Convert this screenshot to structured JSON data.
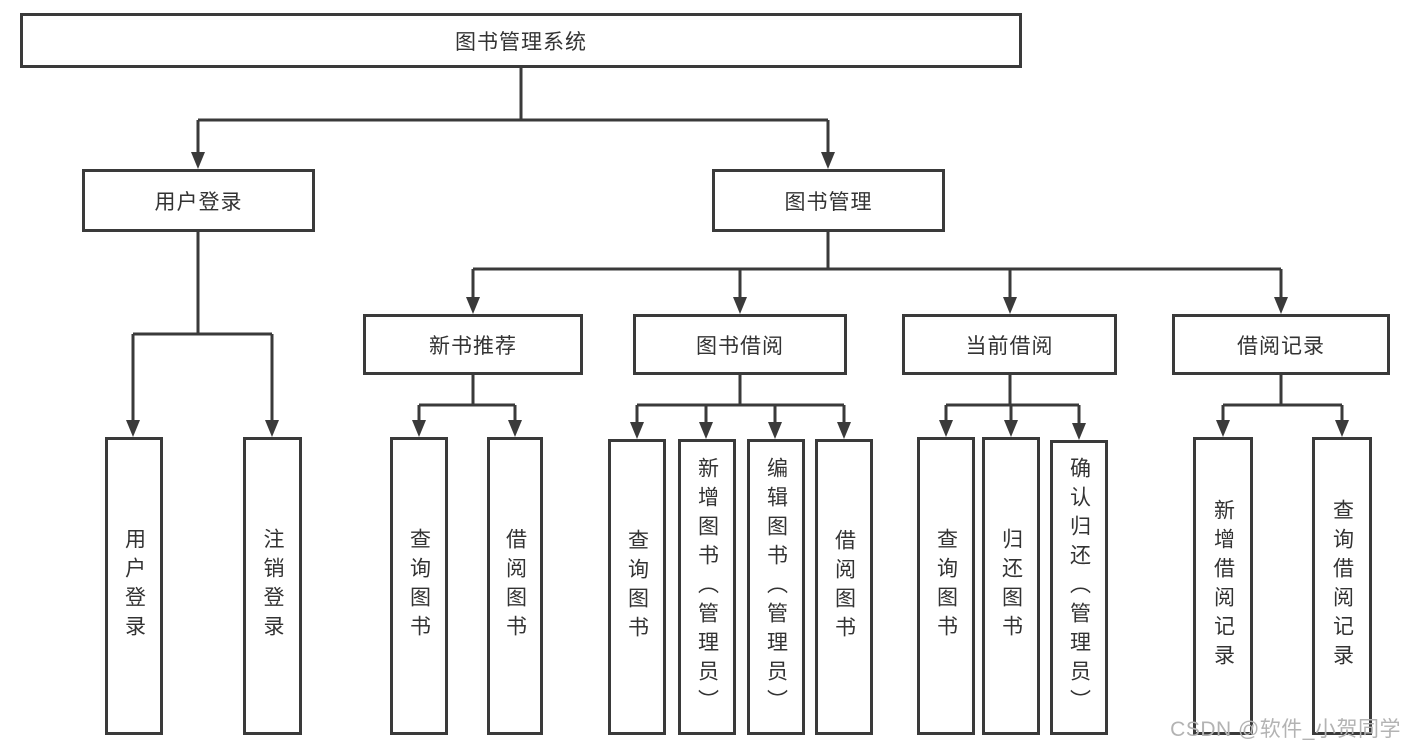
{
  "diagram": {
    "title": "图书管理系统",
    "colors": {
      "stroke": "#3a3a3a",
      "text": "#333333",
      "background": "#ffffff",
      "watermark": "#b3b3b3"
    },
    "tree": {
      "root": {
        "label": "图书管理系统",
        "children": [
          {
            "label": "用户登录",
            "children": [
              {
                "label": "用户登录"
              },
              {
                "label": "注销登录"
              }
            ]
          },
          {
            "label": "图书管理",
            "children": [
              {
                "label": "新书推荐",
                "children": [
                  {
                    "label": "查询图书"
                  },
                  {
                    "label": "借阅图书"
                  }
                ]
              },
              {
                "label": "图书借阅",
                "children": [
                  {
                    "label": "查询图书"
                  },
                  {
                    "label": "新增图书（管理员）"
                  },
                  {
                    "label": "编辑图书（管理员）"
                  },
                  {
                    "label": "借阅图书"
                  }
                ]
              },
              {
                "label": "当前借阅",
                "children": [
                  {
                    "label": "查询图书"
                  },
                  {
                    "label": "归还图书"
                  },
                  {
                    "label": "确认归还（管理员）"
                  }
                ]
              },
              {
                "label": "借阅记录",
                "children": [
                  {
                    "label": "新增借阅记录"
                  },
                  {
                    "label": "查询借阅记录"
                  }
                ]
              }
            ]
          }
        ]
      }
    }
  },
  "watermark": {
    "text": "CSDN @软件_小贺同学"
  }
}
